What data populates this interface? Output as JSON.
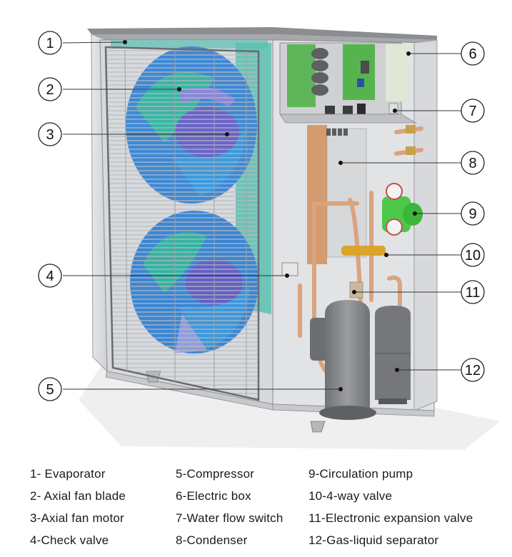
{
  "callouts": [
    {
      "num": "1",
      "label": "Evaporator"
    },
    {
      "num": "2",
      "label": "Axial fan blade"
    },
    {
      "num": "3",
      "label": "Axial fan motor"
    },
    {
      "num": "4",
      "label": "Check valve"
    },
    {
      "num": "5",
      "label": "Compressor"
    },
    {
      "num": "6",
      "label": "Electric box"
    },
    {
      "num": "7",
      "label": "Water flow switch"
    },
    {
      "num": "8",
      "label": "Condenser"
    },
    {
      "num": "9",
      "label": "Circulation pump"
    },
    {
      "num": "10",
      "label": "4-way valve"
    },
    {
      "num": "11",
      "label": "Electronic expansion valve"
    },
    {
      "num": "12",
      "label": "Gas-liquid separator"
    }
  ],
  "legend": {
    "col1": [
      "1- Evaporator",
      "2- Axial fan blade",
      "3-Axial fan motor",
      "4-Check valve"
    ],
    "col2": [
      "5-Compressor",
      "6-Electric box",
      "7-Water flow switch",
      "8-Condenser"
    ],
    "col3": [
      "9-Circulation pump",
      "10-4-way valve",
      "11-Electronic expansion valve",
      "12-Gas-liquid separator"
    ]
  },
  "colors": {
    "cabinet": "#c9cbce",
    "cabinet_dark": "#8e9094",
    "fan_blue": "#3a7fd0",
    "fan_teal": "#35b6a6",
    "motor_purple": "#6a64c8",
    "copper": "#d8a47c",
    "pcb_green": "#5fb65a",
    "pump_green": "#4cc94a",
    "compressor_gray": "#7b7d80",
    "valve_gold": "#d9a52c"
  }
}
